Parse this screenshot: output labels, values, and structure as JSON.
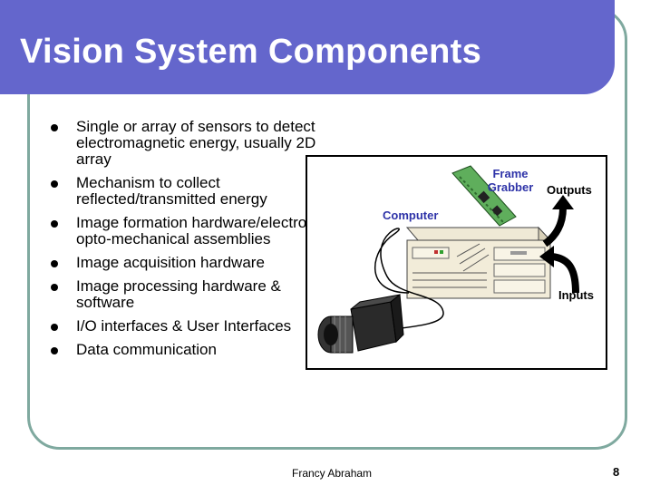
{
  "slide": {
    "title": "Vision System Components",
    "bullets": [
      "Single or array of sensors to detect electromagnetic energy, usually 2D array",
      "Mechanism to collect reflected/transmitted energy",
      "Image formation hardware/electro-opto-mechanical assemblies",
      "Image acquisition hardware",
      "Image processing hardware & software",
      "I/O interfaces & User Interfaces",
      "Data communication"
    ],
    "diagram": {
      "frame_grabber_label": "Frame Grabber",
      "outputs_label": "Outputs",
      "computer_label": "Computer",
      "inputs_label": "Inputs"
    },
    "footer": {
      "author": "Francy Abraham",
      "page_number": "8"
    }
  },
  "colors": {
    "title_bar": "#6466cc",
    "frame_border": "#7fa99f",
    "diagram_label_blue": "#2e33a8"
  }
}
